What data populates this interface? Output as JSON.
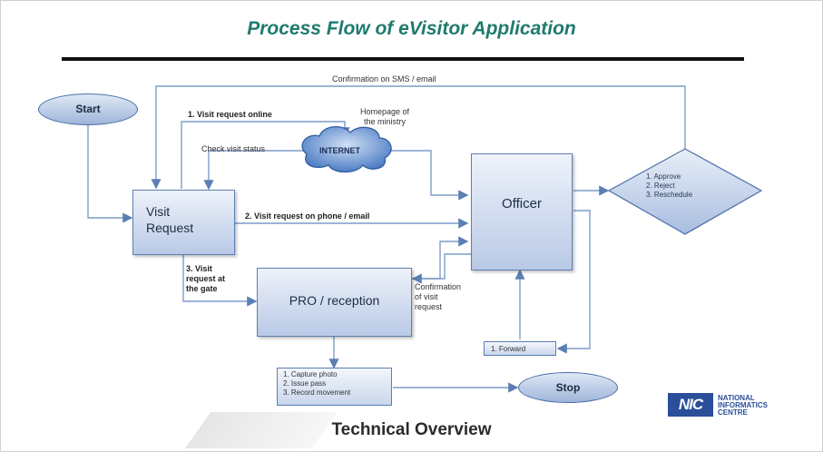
{
  "title": "Process Flow of eVisitor Application",
  "nodes": {
    "start": "Start",
    "stop": "Stop",
    "visit_request": [
      "Visit",
      "Request"
    ],
    "officer": "Officer",
    "pro": "PRO / reception",
    "internet": "INTERNET",
    "decision": [
      "1. Approve",
      "2. Reject",
      "3. Reschedule"
    ],
    "gate_actions": [
      "1. Capture photo",
      "2. Issue pass",
      "3. Record movement"
    ],
    "forward": "1. Forward"
  },
  "labels": {
    "confirmation_top": "Confirmation on SMS / email",
    "visit_online": "1.  Visit request online",
    "homepage": [
      "Homepage of",
      "the ministry"
    ],
    "check_status": "Check visit status",
    "visit_phone": "2. Visit request on phone / email",
    "visit_gate": [
      "3. Visit",
      "request at",
      "the gate"
    ],
    "confirmation_visit": [
      "Confirmation",
      "of  visit",
      "request"
    ]
  },
  "footer": "Technical Overview",
  "logo": {
    "mark": "NIC",
    "lines": [
      "NATIONAL",
      "INFORMATICS",
      "CENTRE"
    ]
  }
}
